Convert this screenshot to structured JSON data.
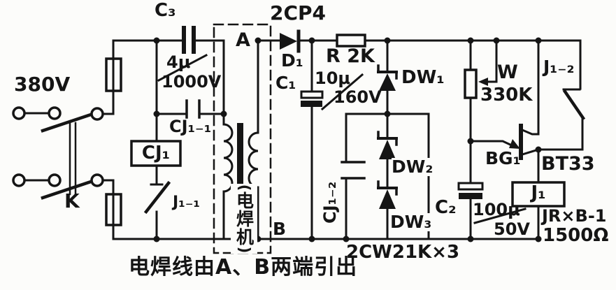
{
  "figure": {
    "caption": "电焊线由A、B两端引出",
    "power": {
      "voltage": "380V",
      "knife_switch": "K"
    },
    "capacitors": {
      "c3": {
        "name": "C₃",
        "capacity": "4μ",
        "voltage": "1000V"
      },
      "c1": {
        "name": "C₁",
        "capacity": "10μ",
        "voltage": "160V"
      },
      "c2": {
        "name": "C₂",
        "capacity": "100μ",
        "voltage": "50V"
      }
    },
    "contactor": {
      "coil": "CJ₁",
      "contact_c3_bypass": "CJ₁₋₁",
      "contact_timing": "CJ₁₋₂"
    },
    "relay": {
      "coil": "J₁",
      "model": "JR×B-1",
      "resistance": "1500Ω",
      "contact_hold": "J₁₋₁",
      "contact_out": "J₁₋₂"
    },
    "rectifier_diode": {
      "name": "D₁",
      "model": "2CP4"
    },
    "resistor": {
      "label": "R 2K"
    },
    "zeners": {
      "dw1": "DW₁",
      "dw2": "DW₂",
      "dw3": "DW₃",
      "model": "2CW21K×3"
    },
    "potentiometer": {
      "name": "W",
      "value": "330K"
    },
    "transistor": {
      "name": "BG₁",
      "model": "BT33"
    },
    "welder": {
      "name_vertical": "电焊机",
      "paren_open": "(",
      "paren_close": ")",
      "terminal_a": "A",
      "terminal_b": "B"
    }
  }
}
